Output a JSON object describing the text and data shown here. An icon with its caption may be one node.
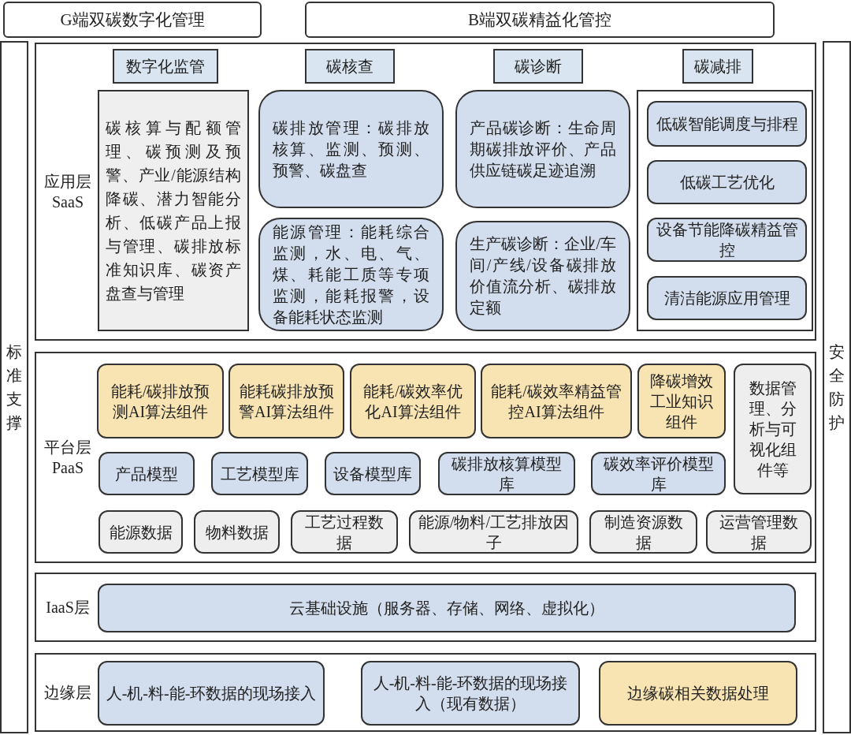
{
  "diagram": {
    "nodes": [
      {
        "text": [
          "G端双碳数字化管理"
        ]
      },
      {
        "text": [
          "B端双碳精益化管控"
        ]
      },
      {
        "text": [
          "标准支撑"
        ]
      },
      {
        "text": [
          "安全防护"
        ]
      },
      {
        "text": [
          "应用层 SaaS"
        ]
      },
      {
        "text": [
          "数字化监管"
        ],
        "in": 4
      },
      {
        "text": [
          "碳核查"
        ],
        "in": 4
      },
      {
        "text": [
          "碳诊断"
        ],
        "in": 4
      },
      {
        "text": [
          "碳减排"
        ],
        "in": 4
      },
      {
        "text": [
          "碳核算与配额管理、碳预测及预警、产业/能源结构降碳、潜力智能分析、低碳产品上报与管理、碳排放标准知识库、碳资产盘查与管理"
        ],
        "in": 4
      },
      {
        "text": [
          "碳排放管理：碳排放核算、监测、预测、预警、碳盘查"
        ],
        "in": 4
      },
      {
        "text": [
          "能源管理：能耗综合监测，水、电、气、煤、耗能工质等专项监测，能耗报警，设备能耗状态监测"
        ],
        "in": 4
      },
      {
        "text": [
          "产品碳诊断：生命周期碳排放评价、产品供应链碳足迹追溯"
        ],
        "in": 4
      },
      {
        "text": [
          "生产碳诊断：企业/车间/产线/设备碳排放价值流分析、碳排放定额"
        ],
        "in": 4
      },
      {
        "text": [],
        "shape": "box",
        "in": 4
      },
      {
        "text": [
          "低碳智能调度与排程"
        ],
        "in": 14
      },
      {
        "text": [
          "低碳工艺优化"
        ],
        "in": 14
      },
      {
        "text": [
          "设备节能降碳精益管控"
        ],
        "in": 14
      },
      {
        "text": [
          "清洁能源应用管理"
        ],
        "in": 14
      },
      {
        "text": [
          "平台层 PaaS"
        ]
      },
      {
        "text": [
          "能耗/碳排放预测AI算法组件"
        ],
        "in": 19
      },
      {
        "text": [
          "能耗碳排放预警AI算法组件"
        ],
        "in": 19
      },
      {
        "text": [
          "能耗/碳效率优化AI算法组件"
        ],
        "in": 19
      },
      {
        "text": [
          "能耗/碳效率精益管控AI算法组件"
        ],
        "in": 19
      },
      {
        "text": [
          "降碳增效工业知识组件"
        ],
        "in": 19
      },
      {
        "text": [
          "数据管理、分析与可视化组件等"
        ],
        "in": 19
      },
      {
        "text": [
          "产品模型"
        ],
        "in": 19
      },
      {
        "text": [
          "工艺模型库"
        ],
        "in": 19
      },
      {
        "text": [
          "设备模型库"
        ],
        "in": 19
      },
      {
        "text": [
          "碳排放核算模型库"
        ],
        "in": 19
      },
      {
        "text": [
          "碳效率评价模型库"
        ],
        "in": 19
      },
      {
        "text": [
          "能源数据"
        ],
        "in": 19
      },
      {
        "text": [
          "物料数据"
        ],
        "in": 19
      },
      {
        "text": [
          "工艺过程数据"
        ],
        "in": 19
      },
      {
        "text": [
          "能源/物料/工艺排放因子"
        ],
        "in": 19
      },
      {
        "text": [
          "制造资源数据"
        ],
        "in": 19
      },
      {
        "text": [
          "运营管理数据"
        ],
        "in": 19
      },
      {
        "text": [
          "IaaS层"
        ]
      },
      {
        "text": [
          "云基础设施（服务器、存储、网络、虚拟化）"
        ],
        "in": 37
      },
      {
        "text": [
          "边缘层"
        ]
      },
      {
        "text": [
          "人-机-料-能-环数据的现场接入"
        ],
        "in": 39
      },
      {
        "text": [
          "人-机-料-能-环数据的现场接入（现有数据）"
        ],
        "in": 39
      },
      {
        "text": [
          "边缘碳相关数据处理"
        ],
        "in": 39
      }
    ],
    "edges": []
  }
}
